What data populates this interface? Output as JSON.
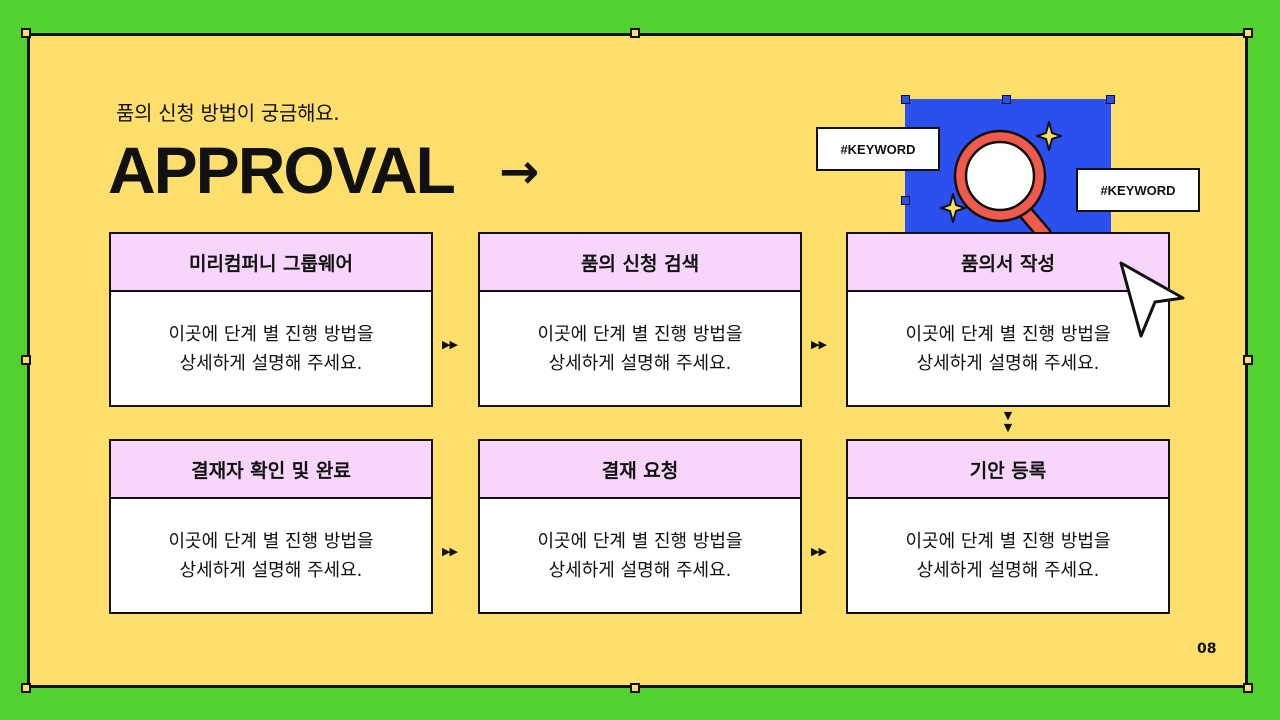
{
  "header": {
    "subtitle": "품의 신청 방법이 궁금해요.",
    "title": "APPROVAL",
    "title_arrow": "→"
  },
  "tags": [
    "#KEYWORD",
    "#KEYWORD"
  ],
  "steps": [
    {
      "title": "미리컴퍼니 그룹웨어",
      "body": "이곳에 단계 별 진행 방법을\n상세하게 설명해 주세요."
    },
    {
      "title": "품의 신청 검색",
      "body": "이곳에 단계 별 진행 방법을\n상세하게 설명해 주세요."
    },
    {
      "title": "품의서 작성",
      "body": "이곳에 단계 별 진행 방법을\n상세하게 설명해 주세요."
    },
    {
      "title": "결재자 확인 및 완료",
      "body": "이곳에 단계 별 진행 방법을\n상세하게 설명해 주세요."
    },
    {
      "title": "결재 요청",
      "body": "이곳에 단계 별 진행 방법을\n상세하게 설명해 주세요."
    },
    {
      "title": "기안 등록",
      "body": "이곳에 단계 별 진행 방법을\n상세하게 설명해 주세요."
    }
  ],
  "arrows": {
    "right": "▶▶",
    "down": "▼\n▼"
  },
  "page_number": "08",
  "icons": [
    "magnifier-icon",
    "sparkle-icon",
    "cursor-icon"
  ],
  "colors": {
    "background": "#52d22f",
    "frame": "#ffdf6b",
    "card_header": "#f8d5fb",
    "panel_blue": "#2c4ff0",
    "magnifier": "#f05a4a"
  }
}
